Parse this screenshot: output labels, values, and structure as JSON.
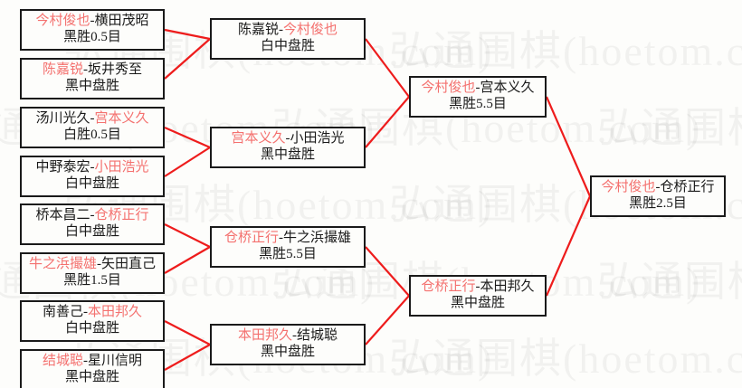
{
  "meta": {
    "watermark_text": "弘通围棋(hoetom.com)",
    "accent_red": "#f4716f",
    "line_red": "#ee1c1c",
    "border_color": "#1a1a1a",
    "background": "#fdfdfb",
    "separator": "-"
  },
  "rounds": [
    {
      "name": "round-1",
      "matches": [
        {
          "winner": "今村俊也",
          "loser": "横田茂昭",
          "result": "黑胜0.5目"
        },
        {
          "winner": "陈嘉锐",
          "loser": "坂井秀至",
          "result": "黑中盘胜"
        },
        {
          "winner": "宫本义久",
          "loser": "汤川光久",
          "result": "白胜0.5目",
          "winner_side": "right"
        },
        {
          "winner": "小田浩光",
          "loser": "中野泰宏",
          "result": "白中盘胜",
          "winner_side": "right"
        },
        {
          "winner": "仓桥正行",
          "loser": "桥本昌二",
          "result": "白中盘胜",
          "winner_side": "right"
        },
        {
          "winner": "牛之浜撮雄",
          "loser": "矢田直己",
          "result": "黑胜1.5目"
        },
        {
          "winner": "本田邦久",
          "loser": "南善己",
          "result": "白中盘胜",
          "winner_side": "right"
        },
        {
          "winner": "结城聪",
          "loser": "星川信明",
          "result": "黑中盘胜"
        }
      ]
    },
    {
      "name": "round-2",
      "matches": [
        {
          "winner": "今村俊也",
          "loser": "陈嘉锐",
          "result": "白中盘胜",
          "winner_side": "right"
        },
        {
          "winner": "宫本义久",
          "loser": "小田浩光",
          "result": "黑中盘胜"
        },
        {
          "winner": "仓桥正行",
          "loser": "牛之浜撮雄",
          "result": "黑胜5.5目"
        },
        {
          "winner": "本田邦久",
          "loser": "结城聪",
          "result": "黑中盘胜"
        }
      ]
    },
    {
      "name": "semifinal",
      "matches": [
        {
          "winner": "今村俊也",
          "loser": "宫本义久",
          "result": "黑胜5.5目"
        },
        {
          "winner": "仓桥正行",
          "loser": "本田邦久",
          "result": "黑中盘胜"
        }
      ]
    },
    {
      "name": "final",
      "matches": [
        {
          "winner": "今村俊也",
          "loser": "仓桥正行",
          "result": "黑胜2.5目"
        }
      ]
    }
  ],
  "match_text": {
    "r1m1_players": "今村俊也-横田茂昭",
    "r1m1_result": "黑胜0.5目",
    "r1m2_players": "陈嘉锐-坂井秀至",
    "r1m2_result": "黑中盘胜",
    "r1m3_players": "汤川光久-宫本义久",
    "r1m3_result": "白胜0.5目",
    "r1m4_players": "中野泰宏-小田浩光",
    "r1m4_result": "白中盘胜",
    "r1m5_players": "桥本昌二-仓桥正行",
    "r1m5_result": "白中盘胜",
    "r1m6_players": "牛之浜撮雄-矢田直己",
    "r1m6_result": "黑胜1.5目",
    "r1m7_players": "南善己-本田邦久",
    "r1m7_result": "白中盘胜",
    "r1m8_players": "结城聪-星川信明",
    "r1m8_result": "黑中盘胜",
    "r2m1_players": "陈嘉锐-今村俊也",
    "r2m1_result": "白中盘胜",
    "r2m2_players": "宫本义久-小田浩光",
    "r2m2_result": "黑中盘胜",
    "r2m3_players": "仓桥正行-牛之浜撮雄",
    "r2m3_result": "黑胜5.5目",
    "r2m4_players": "本田邦久-结城聪",
    "r2m4_result": "黑中盘胜",
    "r3m1_players": "今村俊也-宫本义久",
    "r3m1_result": "黑胜5.5目",
    "r3m2_players": "仓桥正行-本田邦久",
    "r3m2_result": "黑中盘胜",
    "r4m1_players": "今村俊也-仓桥正行",
    "r4m1_result": "黑胜2.5目"
  },
  "split_text": {
    "r1m1": {
      "a": "今村俊也",
      "sep": "-",
      "b": "横田茂昭",
      "red": "a"
    },
    "r1m2": {
      "a": "陈嘉锐",
      "sep": "-",
      "b": "坂井秀至",
      "red": "a"
    },
    "r1m3": {
      "a": "汤川光久",
      "sep": "-",
      "b": "宫本义久",
      "red": "b"
    },
    "r1m4": {
      "a": "中野泰宏",
      "sep": "-",
      "b": "小田浩光",
      "red": "b"
    },
    "r1m5": {
      "a": "桥本昌二",
      "sep": "-",
      "b": "仓桥正行",
      "red": "b"
    },
    "r1m6": {
      "a": "牛之浜撮雄",
      "sep": "-",
      "b": "矢田直己",
      "red": "a"
    },
    "r1m7": {
      "a": "南善己",
      "sep": "-",
      "b": "本田邦久",
      "red": "b"
    },
    "r1m8": {
      "a": "结城聪",
      "sep": "-",
      "b": "星川信明",
      "red": "a"
    },
    "r2m1": {
      "a": "陈嘉锐",
      "sep": "-",
      "b": "今村俊也",
      "red": "b"
    },
    "r2m2": {
      "a": "宫本义久",
      "sep": "-",
      "b": "小田浩光",
      "red": "a"
    },
    "r2m3": {
      "a": "仓桥正行",
      "sep": "-",
      "b": "牛之浜撮雄",
      "red": "a"
    },
    "r2m4": {
      "a": "本田邦久",
      "sep": "-",
      "b": "结城聪",
      "red": "a"
    },
    "r3m1": {
      "a": "今村俊也",
      "sep": "-",
      "b": "宫本义久",
      "red": "a"
    },
    "r3m2": {
      "a": "仓桥正行",
      "sep": "-",
      "b": "本田邦久",
      "red": "a"
    },
    "r4m1": {
      "a": "今村俊也",
      "sep": "-",
      "b": "仓桥正行",
      "red": "a"
    }
  }
}
